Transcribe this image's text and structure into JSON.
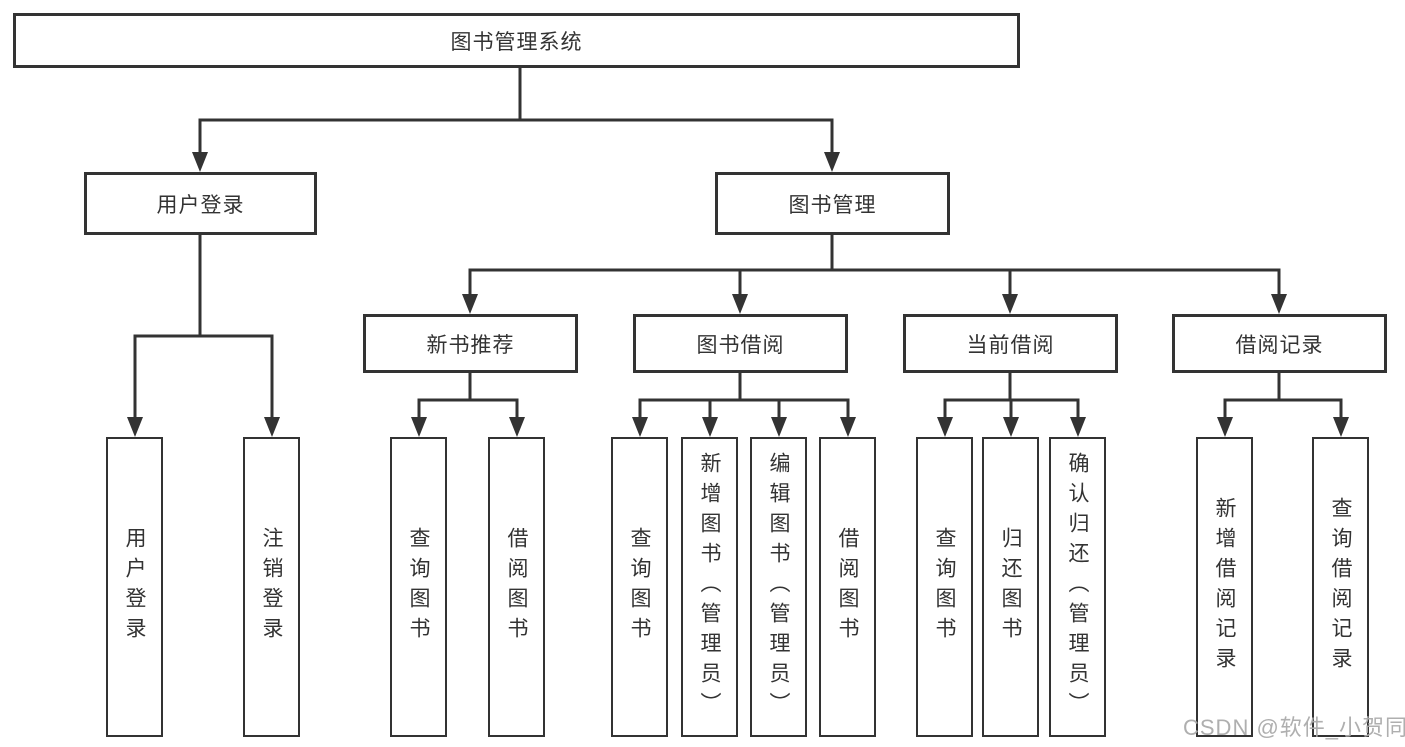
{
  "tree": {
    "root": "图书管理系统",
    "children": [
      {
        "label": "用户登录",
        "children": [
          {
            "label": "用户登录"
          },
          {
            "label": "注销登录"
          }
        ]
      },
      {
        "label": "图书管理",
        "children": [
          {
            "label": "新书推荐",
            "children": [
              {
                "label": "查询图书"
              },
              {
                "label": "借阅图书"
              }
            ]
          },
          {
            "label": "图书借阅",
            "children": [
              {
                "label": "查询图书"
              },
              {
                "label": "新增图书（管理员）"
              },
              {
                "label": "编辑图书（管理员）"
              },
              {
                "label": "借阅图书"
              }
            ]
          },
          {
            "label": "当前借阅",
            "children": [
              {
                "label": "查询图书"
              },
              {
                "label": "归还图书"
              },
              {
                "label": "确认归还（管理员）"
              }
            ]
          },
          {
            "label": "借阅记录",
            "children": [
              {
                "label": "新增借阅记录"
              },
              {
                "label": "查询借阅记录"
              }
            ]
          }
        ]
      }
    ]
  },
  "watermark": {
    "text": "CSDN @软件_小贺同学"
  },
  "colors": {
    "line": "#333333",
    "box_border": "#333333",
    "text": "#333333",
    "watermark": "#ABABAB",
    "background": "#FFFFFF"
  }
}
